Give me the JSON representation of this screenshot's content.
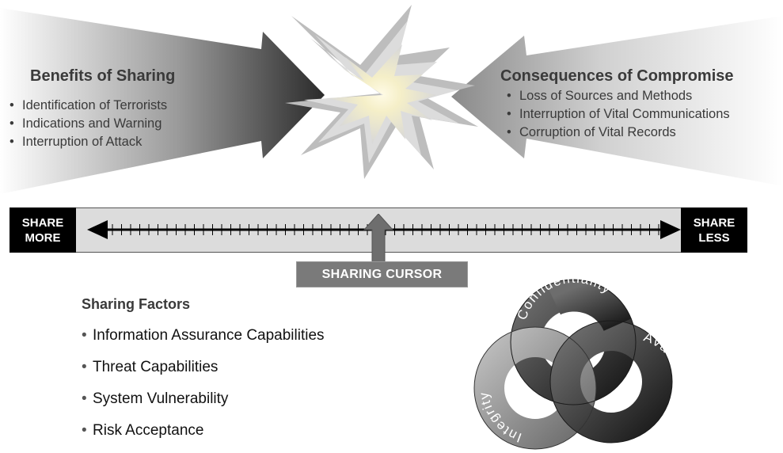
{
  "benefits": {
    "title": "Benefits of Sharing",
    "items": [
      "Identification of Terrorists",
      "Indications and Warning",
      "Interruption of Attack"
    ]
  },
  "consequences": {
    "title": "Consequences of Compromise",
    "items": [
      "Loss of Sources and Methods",
      "Interruption of Vital Communications",
      "Corruption of Vital Records"
    ]
  },
  "scale": {
    "left_label_line1": "SHARE",
    "left_label_line2": "MORE",
    "right_label_line1": "SHARE",
    "right_label_line2": "LESS",
    "cursor_label": "SHARING CURSOR"
  },
  "factors": {
    "title": "Sharing Factors",
    "items": [
      "Information Assurance Capabilities",
      "Threat Capabilities",
      "System Vulnerability",
      "Risk Acceptance"
    ]
  },
  "rings": {
    "labels": [
      "Confidentiality",
      "Availability",
      "Integrity"
    ]
  },
  "bullet_char": "•"
}
